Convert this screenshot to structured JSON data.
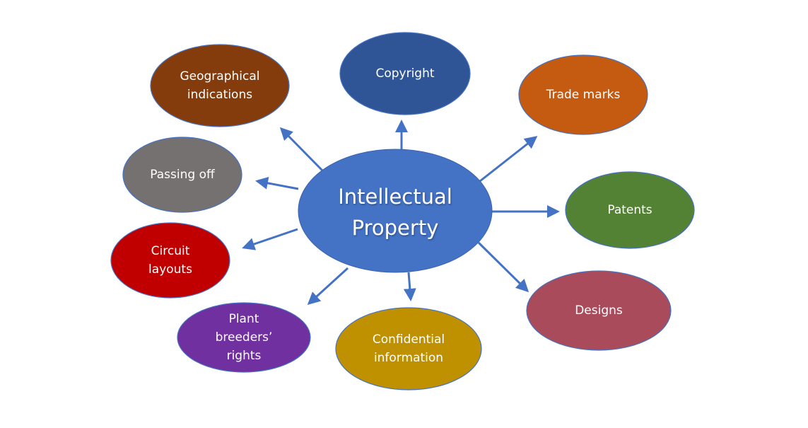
{
  "center": {
    "lines": [
      "Intellectual",
      "Property"
    ],
    "color": "#4472c4"
  },
  "nodes": [
    {
      "id": "geographical-indications",
      "lines": [
        "Geographical",
        "indications"
      ],
      "color": "#843c0c"
    },
    {
      "id": "copyright",
      "lines": [
        "Copyright"
      ],
      "color": "#2f5597"
    },
    {
      "id": "trade-marks",
      "lines": [
        "Trade marks"
      ],
      "color": "#c55a11"
    },
    {
      "id": "passing-off",
      "lines": [
        "Passing off"
      ],
      "color": "#767171"
    },
    {
      "id": "patents",
      "lines": [
        "Patents"
      ],
      "color": "#548235"
    },
    {
      "id": "circuit-layouts",
      "lines": [
        "Circuit",
        "layouts"
      ],
      "color": "#c00000"
    },
    {
      "id": "designs",
      "lines": [
        "Designs"
      ],
      "color": "#a94b5a"
    },
    {
      "id": "plant-breeders-rights",
      "lines": [
        "Plant",
        "breeders’",
        "rights"
      ],
      "color": "#7030a0"
    },
    {
      "id": "confidential-information",
      "lines": [
        "Confidential",
        "information"
      ],
      "color": "#bf9000"
    }
  ],
  "arrow_color": "#4472c4"
}
